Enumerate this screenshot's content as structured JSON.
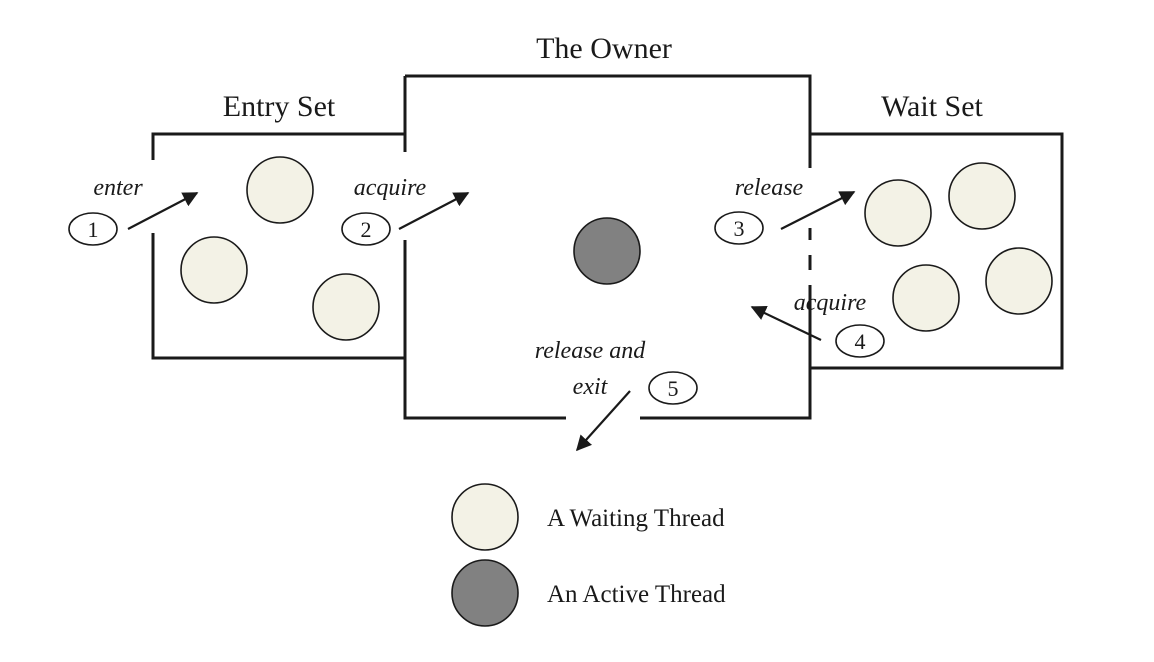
{
  "titles": {
    "entry_set": "Entry Set",
    "owner": "The Owner",
    "wait_set": "Wait Set"
  },
  "transitions": [
    {
      "number": "1",
      "label": "enter"
    },
    {
      "number": "2",
      "label": "acquire"
    },
    {
      "number": "3",
      "label": "release"
    },
    {
      "number": "4",
      "label": "acquire"
    },
    {
      "number": "5",
      "label_line1": "release and",
      "label_line2": "exit"
    }
  ],
  "legend": {
    "waiting": "A Waiting Thread",
    "active": "An Active Thread"
  },
  "colors": {
    "waiting_fill": "#f3f2e6",
    "active_fill": "#818181",
    "line": "#1a1a1a"
  }
}
